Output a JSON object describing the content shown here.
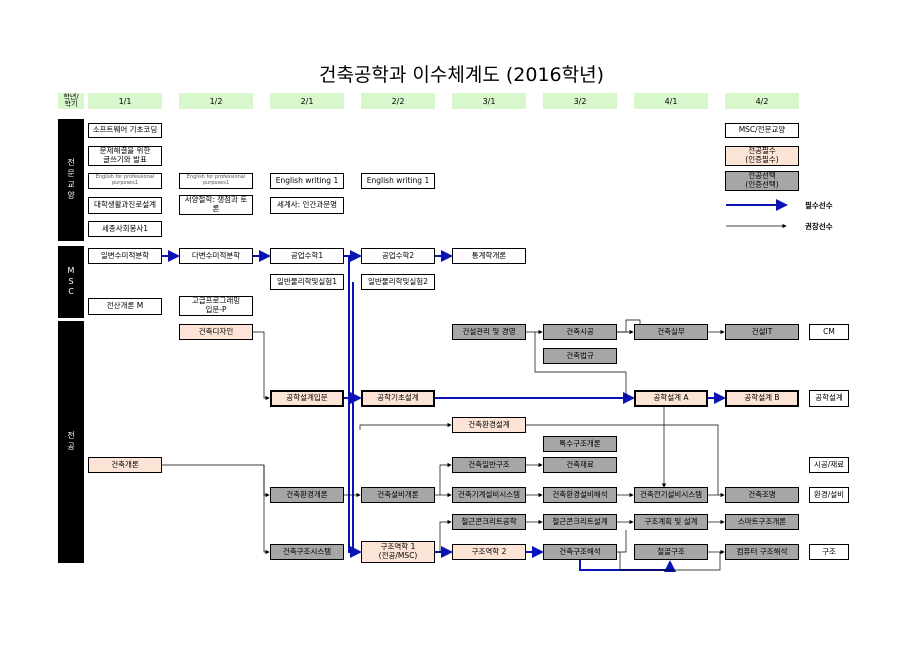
{
  "title": "건축공학과 이수체계도 (2016학년)",
  "header": {
    "row_label": "학년/\n학기",
    "terms": [
      "1/1",
      "1/2",
      "2/1",
      "2/2",
      "3/1",
      "3/2",
      "4/1",
      "4/2"
    ]
  },
  "sections": {
    "liberal": "전\n문\n교\n양",
    "msc": "M\nS\nC",
    "major": "전\n공"
  },
  "courses": {
    "c_sw": "소프트웨어 기초코딩",
    "c_essay": "문제해결을 위한\n글쓰기와 발표",
    "c_eng1": "English for professional\npurposes1",
    "c_eng2": "English for professional\npurposes1",
    "c_ew1": "English writing 1",
    "c_ew2": "English writing 1",
    "c_career": "대학생활과진로설계",
    "c_western": "서양철학: 쟁점과 토\n론",
    "c_world": "세계사: 인간과문명",
    "c_service": "세종사회봉사1",
    "c_calc1": "일변수미적분학",
    "c_calc2": "다변수미적분학",
    "c_em1": "공업수학1",
    "c_em2": "공업수학2",
    "c_stat": "통계학개론",
    "c_phys1": "일반물리학및실험1",
    "c_phys2": "일반물리학및실험2",
    "c_comp": "전산개론 M",
    "c_prog": "고급프로그래밍\n입문-P",
    "c_design": "건축디자인",
    "c_cm": "건설관리 및 경영",
    "c_construct": "건축시공",
    "c_practice": "건축실무",
    "c_it": "건설IT",
    "c_law": "건축법규",
    "c_intro_design": "공학설계입문",
    "c_basic_design": "공학기초설계",
    "c_design_a": "공학설계 A",
    "c_design_b": "공학설계 B",
    "c_env_design": "건축환경설계",
    "c_special": "특수구조개론",
    "c_intro": "건축개론",
    "c_gen_struct": "건축일반구조",
    "c_material": "건축재료",
    "c_env_intro": "건축환경개론",
    "c_equip_intro": "건축설비개론",
    "c_mech": "건축기계설비시스템",
    "c_env_anal": "건축환경설비해석",
    "c_elec": "건축전기설비시스템",
    "c_light": "건축조명",
    "c_rc1": "철근콘크리트공학",
    "c_rc2": "철근콘크리트설계",
    "c_plan": "구조계획 및 설계",
    "c_smart": "스마트구조개론",
    "c_sys": "건축구조시스템",
    "c_mech1": "구조역학 1\n(전공/MSC)",
    "c_mech2": "구조역학 2",
    "c_anal": "건축구조해석",
    "c_steel": "철골구조",
    "c_comp_anal": "컴퓨터 구조해석"
  },
  "tracks": {
    "cm": "CM",
    "eng_design": "공학설계",
    "construction": "시공/재료",
    "environment": "환경/설비",
    "structure": "구조"
  },
  "legend": {
    "msc": "MSC/전문교양",
    "required": "전공필수\n(인증필수)",
    "elective": "전공선택\n(인증선택)",
    "prereq_required": "필수선수",
    "prereq_recommended": "권장선수"
  },
  "colors": {
    "header_bg": "#d9f7cc",
    "required_bg": "#fbe4d5",
    "elective_bg": "#a6a6a6",
    "required_arrow": "#0a14b4",
    "recommended_arrow": "#000000"
  }
}
